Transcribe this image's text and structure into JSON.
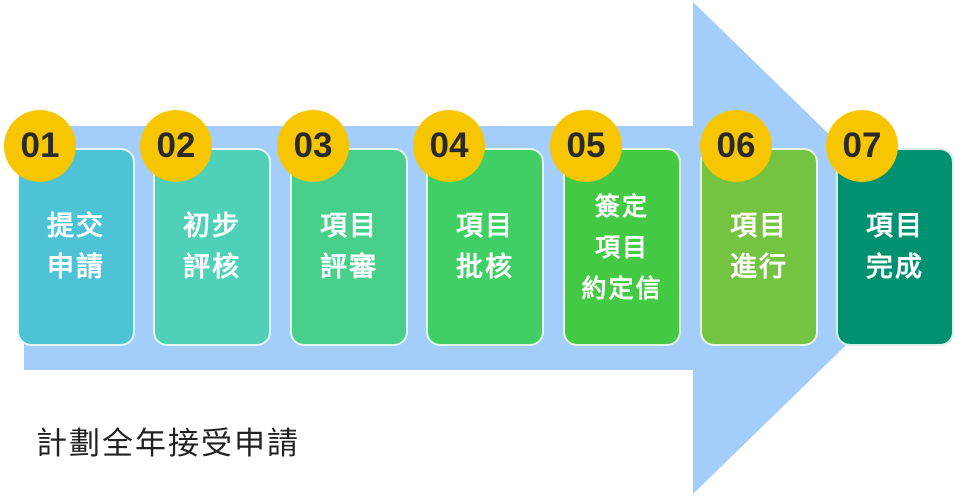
{
  "steps": [
    {
      "number": "01",
      "label": "提交\n申請",
      "color": "#4fc3d6"
    },
    {
      "number": "02",
      "label": "初步\n評核",
      "color": "#4fd1b8"
    },
    {
      "number": "03",
      "label": "項目\n評審",
      "color": "#48cf8a"
    },
    {
      "number": "04",
      "label": "項目\n批核",
      "color": "#3fcf64"
    },
    {
      "number": "05",
      "label": "簽定\n項目\n約定信",
      "color": "#44c944"
    },
    {
      "number": "06",
      "label": "項目\n進行",
      "color": "#74c441"
    },
    {
      "number": "07",
      "label": "項目\n完成",
      "color": "#009270"
    }
  ],
  "footer_note": "計劃全年接受申請",
  "colors": {
    "arrow": "#a3cdfb",
    "badge": "#f7c600"
  }
}
